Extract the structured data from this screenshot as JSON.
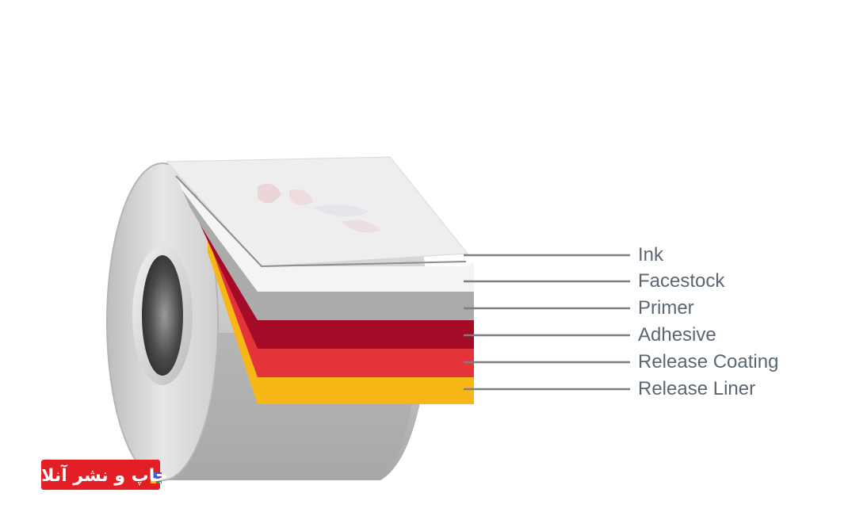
{
  "colors": {
    "background": "#ffffff",
    "roll_light": "#d8d8d8",
    "roll_dark": "#9a9a9a",
    "core_dark": "#3a3a3a",
    "ink_layer": "#eeeeee",
    "facestock": "#f6f6f6",
    "primer": "#ababab",
    "adhesive": "#a50a26",
    "release_coating": "#e5333a",
    "release_liner": "#f7b716",
    "leader_line": "#7a7f84",
    "label_text": "#5a6772",
    "logo_red": "#e31e24"
  },
  "diagram": {
    "layers": [
      {
        "id": "ink",
        "label": "Ink"
      },
      {
        "id": "facestock",
        "label": "Facestock"
      },
      {
        "id": "primer",
        "label": "Primer"
      },
      {
        "id": "adhesive",
        "label": "Adhesive"
      },
      {
        "id": "release-coating",
        "label": "Release Coating"
      },
      {
        "id": "release-liner",
        "label": "Release Liner"
      }
    ]
  },
  "logo": {
    "text": "چاپ و نشر آنلاین",
    "icon": "color-swatch-icon"
  }
}
